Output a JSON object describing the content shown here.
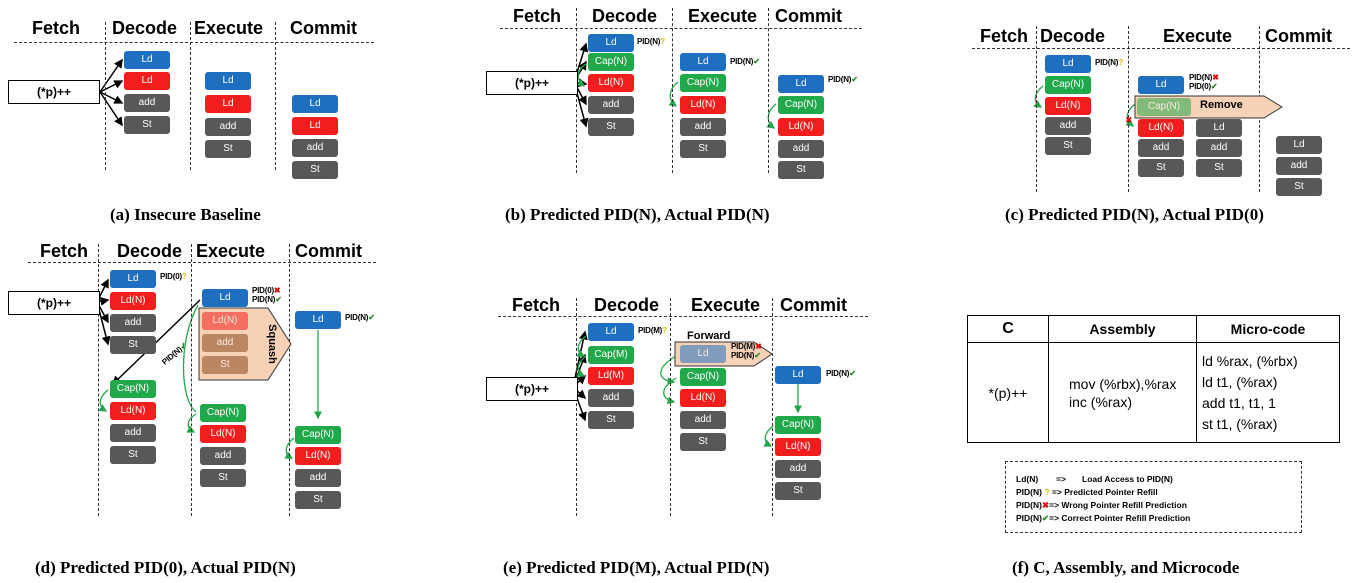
{
  "stages": {
    "fetch": "Fetch",
    "decode": "Decode",
    "execute": "Execute",
    "commit": "Commit"
  },
  "instruction": "(*p)++",
  "ops": {
    "ld": "Ld",
    "ld_n": "Ld(N)",
    "ld_m": "Ld(M)",
    "cap_n": "Cap(N)",
    "cap_m": "Cap(M)",
    "add": "add",
    "st": "St"
  },
  "pid_tags": {
    "pid_n": "PID(N)",
    "pid_0": "PID(0)",
    "pid_m": "PID(M)"
  },
  "annotations": {
    "remove": "Remove",
    "squash": "Squash",
    "forward": "Forward",
    "arrow_pid": "PID(N)"
  },
  "captions": {
    "a": "(a) Insecure Baseline",
    "b": "(b) Predicted PID(N), Actual PID(N)",
    "c": "(c) Predicted PID(N), Actual PID(0)",
    "d": "(d) Predicted PID(0), Actual PID(N)",
    "e": "(e) Predicted PID(M), Actual PID(N)",
    "f": "(f) C, Assembly, and Microcode"
  },
  "table": {
    "headers": [
      "C",
      "Assembly",
      "Micro-code"
    ],
    "c_code": "*(p)++",
    "assembly": [
      "mov (%rbx),%rax",
      "inc (%rax)"
    ],
    "microcode": [
      "ld %rax, (%rbx)",
      "ld t1, (%rax)",
      "add t1, t1, 1",
      "st t1, (%rax)"
    ]
  },
  "legend": [
    {
      "term": "Ld(N)",
      "arrow": "=>",
      "desc": "Load Access to PID(N)"
    },
    {
      "term": "PID(N)",
      "arrow": "=>",
      "desc": "Predicted Pointer Refill"
    },
    {
      "term": "PID(N)",
      "arrow": "=>",
      "desc": "Wrong Pointer Refill Prediction"
    },
    {
      "term": "PID(N)",
      "arrow": "=>",
      "desc": "Correct Pointer Refill Prediction"
    }
  ],
  "colors": {
    "blue": "#1f6fc0",
    "green": "#21a84a",
    "red": "#f21d1d",
    "gray": "#585858",
    "check": "#2a8a2a",
    "cross": "#d11",
    "question": "#e6b800",
    "orange": "#f7d2b6"
  }
}
